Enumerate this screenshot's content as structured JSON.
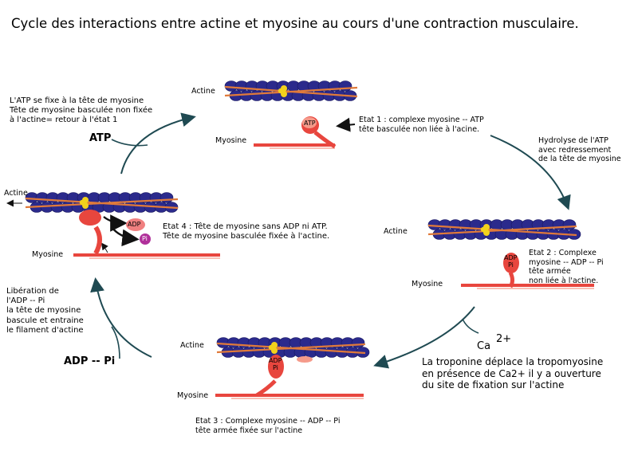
{
  "title": "Cycle des interactions entre actine et myosine au cours d'une contraction musculaire.",
  "labels": {
    "actine": "Actine",
    "myosine": "Myosine",
    "atp": "ATP",
    "adp": "ADP",
    "pi": "Pi",
    "ca": "Ca",
    "ca_sup": "2+"
  },
  "top_left_note": "L'ATP se fixe à la tête de myosine\nTête de myosine basculée non fixée\nà l'actine= retour à l'état 1",
  "cycle_atp": "ATP",
  "etat1": "Etat 1 : complexe myosine -- ATP\ntête basculée non liée à l'acine.",
  "hydrolyse": "Hydrolyse de l'ATP\navec redressement\nde la tête de myosine",
  "etat2": "Etat 2 : Complexe\nmyosine -- ADP -- Pi\ntête armée\nnon liée à l'actine.",
  "etat4": "Etat 4 : Tête de myosine sans ADP ni ATP.\nTête de myosine basculée fixée à l'actine.",
  "liberation": "Libération de\nl'ADP -- Pi\nla tête de myosine\nbascule et entraine\nle filament d'actine",
  "cycle_adp_pi": "ADP -- Pi",
  "troponine": "La troponine déplace la tropomyosine\nen présence de Ca2+ il y a ouverture\ndu site de fixation sur l'actine",
  "etat3": "Etat 3 : Complexe myosine -- ADP -- Pi\ntête armée fixée sur l'actine",
  "colors": {
    "actin_bead": "#2b2a8c",
    "tropomyosin": "#e07a3a",
    "troponin": "#f2d21c",
    "myosin": "#e8463e",
    "myosin_light": "#f59a8a",
    "adp_bead": "#f08080",
    "pi_bead": "#b0309a",
    "arrow": "#1f4a52"
  }
}
